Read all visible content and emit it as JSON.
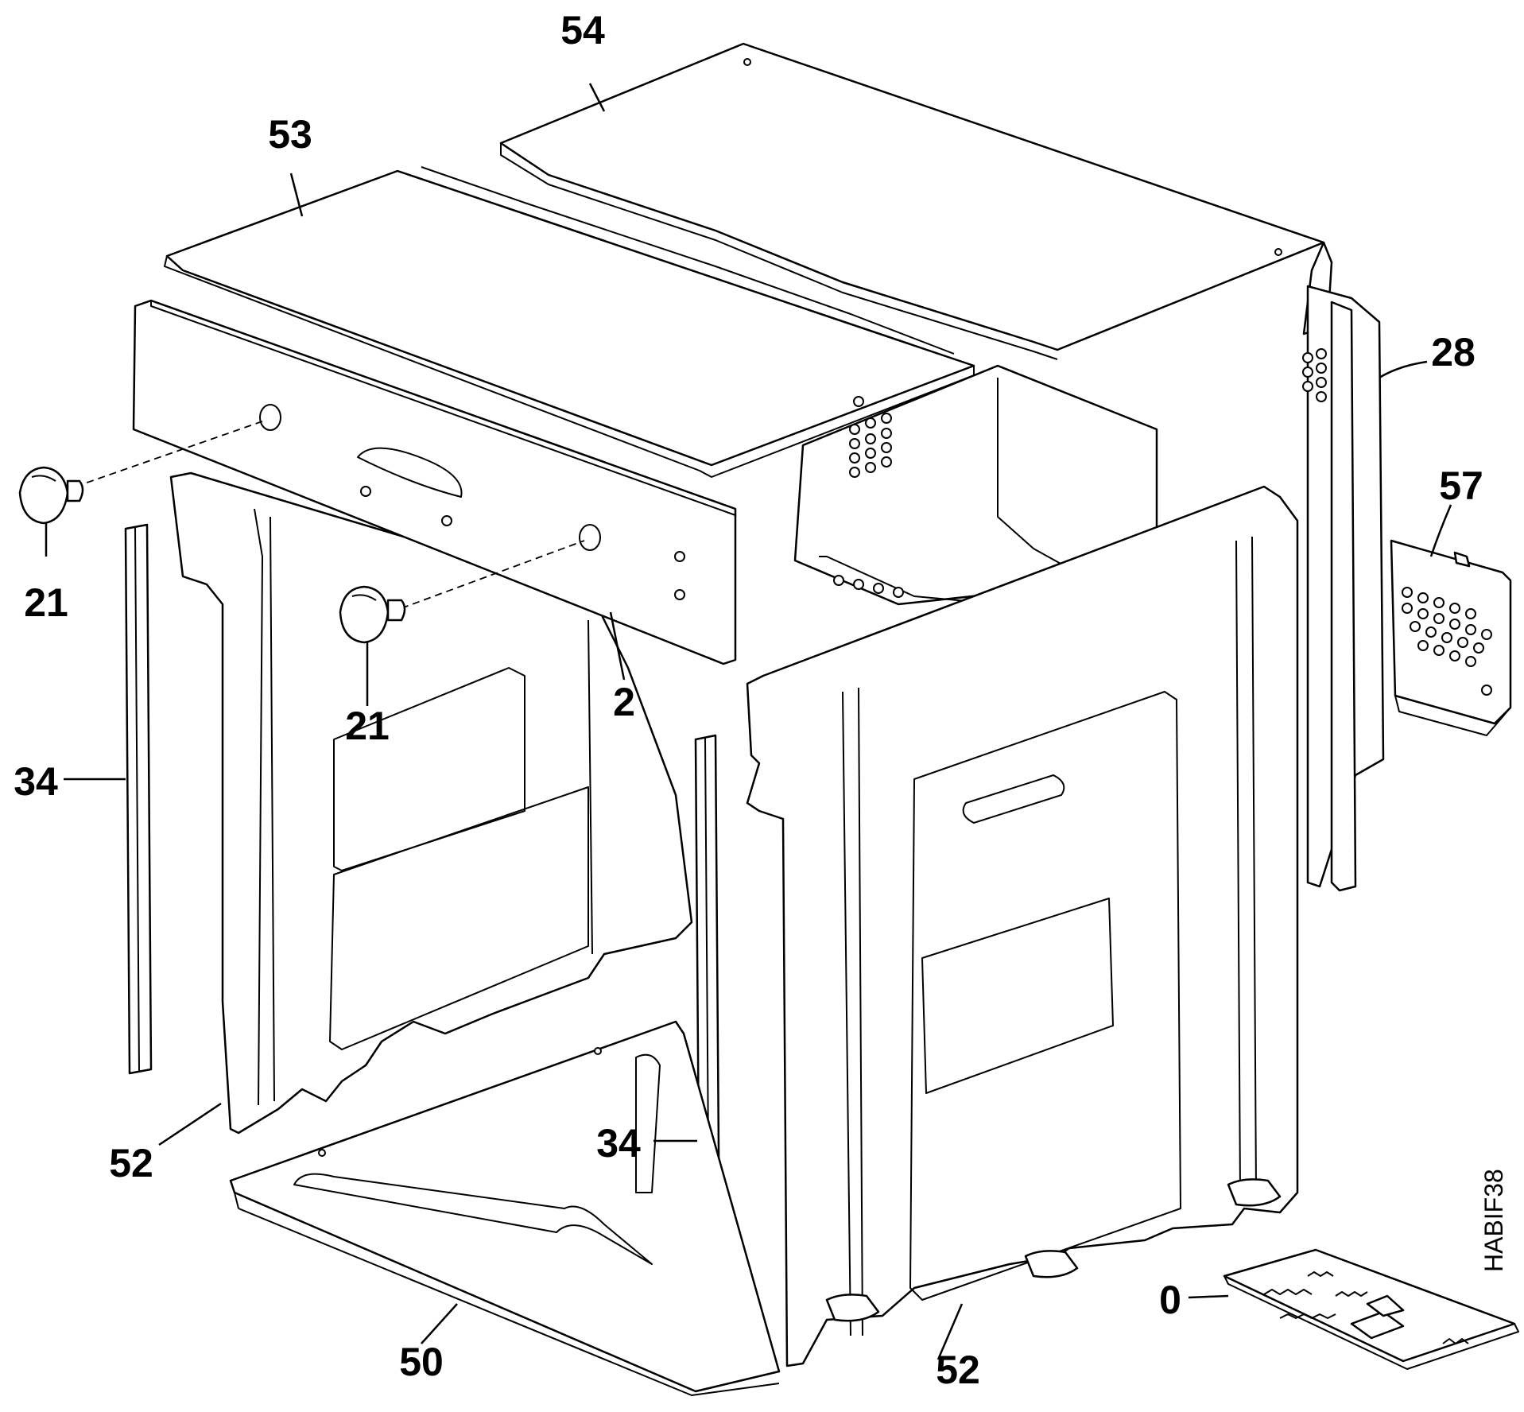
{
  "diagram": {
    "code": "HABIF38",
    "callouts": {
      "c54": "54",
      "c53": "53",
      "c28": "28",
      "c57": "57",
      "c21a": "21",
      "c21b": "21",
      "c2": "2",
      "c34a": "34",
      "c34b": "34",
      "c52a": "52",
      "c52b": "52",
      "c50": "50",
      "c0": "0"
    }
  }
}
